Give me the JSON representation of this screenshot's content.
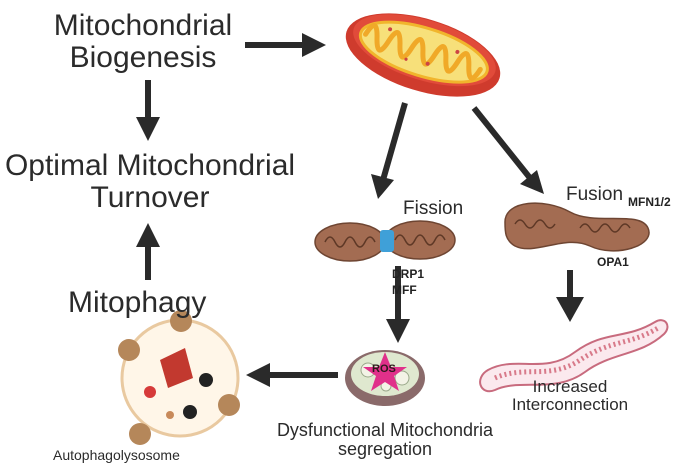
{
  "labels": {
    "biogenesis_line1": "Mitochondrial",
    "biogenesis_line2": "Biogenesis",
    "optimal_line1": "Optimal Mitochondrial",
    "optimal_line2": "Turnover",
    "mitophagy": "Mitophagy",
    "fission": "Fission",
    "fission_gene1": "DRP1",
    "fission_gene2": "MFF",
    "fusion": "Fusion",
    "fusion_gene1": "MFN1/2",
    "fusion_gene2": "OPA1",
    "ros": "ROS",
    "dysfunctional_line1": "Dysfunctional Mitochondria",
    "dysfunctional_line2": "segregation",
    "interconnection_line1": "Increased",
    "interconnection_line2": "Interconnection",
    "autophagolysosome": "Autophagolysosome"
  },
  "colors": {
    "arrow": "#2a2a2a",
    "mito_outer": "#d23a2e",
    "mito_inner": "#f2c84b",
    "fission_body": "#a06a50",
    "drp1_ring": "#3fa0d8",
    "ros_star": "#e0308a",
    "network": "#d87a8a"
  }
}
